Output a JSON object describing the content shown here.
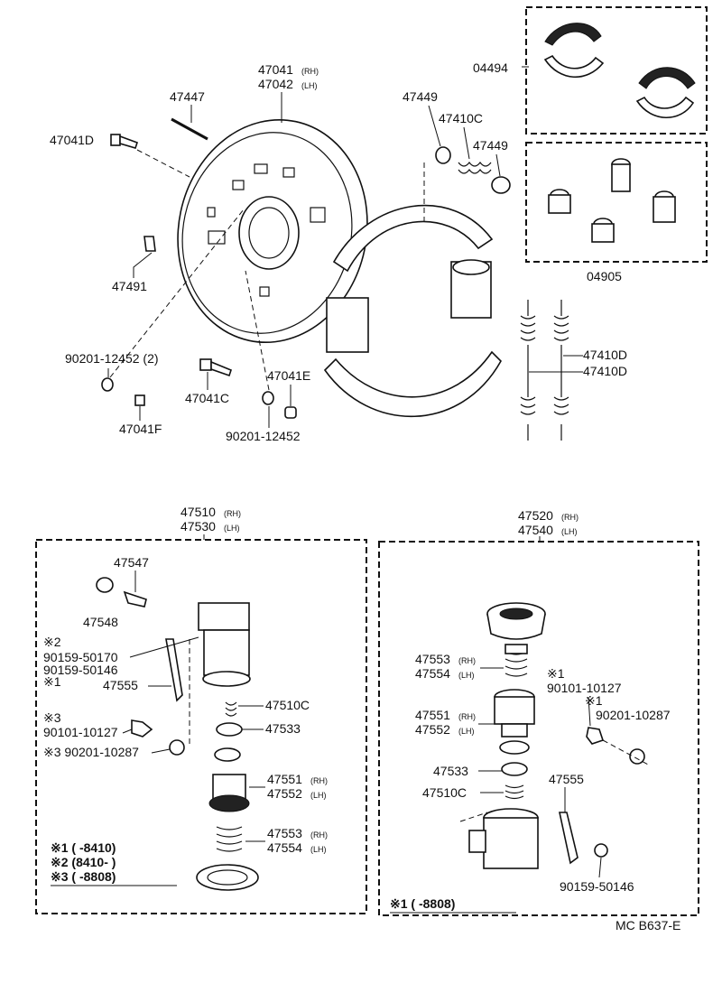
{
  "diagram": {
    "code": "MC B637-E",
    "top": {
      "plate_rh": "47041",
      "plate_rh_side": "(RH)",
      "plate_lh": "47042",
      "plate_lh_side": "(LH)",
      "p47447": "47447",
      "p47041D": "47041D",
      "p47491": "47491",
      "p90201_2": "90201-12452  (2)",
      "p47041C": "47041C",
      "p47041E": "47041E",
      "p47041F": "47041F",
      "p90201": "90201-12452",
      "p47449a": "47449",
      "p47410C": "47410C",
      "p47449b": "47449",
      "p04494": "04494",
      "p04905": "04905",
      "p47410D_a": "47410D",
      "p47410D_b": "47410D"
    },
    "left_cyl": {
      "title_rh": "47510",
      "title_rh_side": "(RH)",
      "title_lh": "47530",
      "title_lh_side": "(LH)",
      "p47547": "47547",
      "p47548": "47548",
      "note2": "※2",
      "p90159_50170": "90159-50170",
      "p90159_50146": "90159-50146",
      "note1": "※1",
      "p47555": "47555",
      "note3": "※3",
      "p90101": "90101-10127",
      "p90201": "※3 90201-10287",
      "p47510C": "47510C",
      "p47533": "47533",
      "p47551": "47551",
      "p47551_side": "(RH)",
      "p47552": "47552",
      "p47552_side": "(LH)",
      "p47553": "47553",
      "p47553_side": "(RH)",
      "p47554": "47554",
      "p47554_side": "(LH)",
      "legend1": "※1  (        -8410)",
      "legend2": "※2  (8410-        )",
      "legend3": "※3  (        -8808)"
    },
    "right_cyl": {
      "title_rh": "47520",
      "title_rh_side": "(RH)",
      "title_lh": "47540",
      "title_lh_side": "(LH)",
      "p47553": "47553",
      "p47553_side": "(RH)",
      "p47554": "47554",
      "p47554_side": "(LH)",
      "note1": "※1",
      "p90101": "90101-10127",
      "note1b": "※1",
      "p90201": "90201-10287",
      "p47551": "47551",
      "p47551_side": "(RH)",
      "p47552": "47552",
      "p47552_side": "(LH)",
      "p47533": "47533",
      "p47510C": "47510C",
      "p47555": "47555",
      "p90159": "90159-50146",
      "legend1": "※1 (          -8808)"
    }
  }
}
